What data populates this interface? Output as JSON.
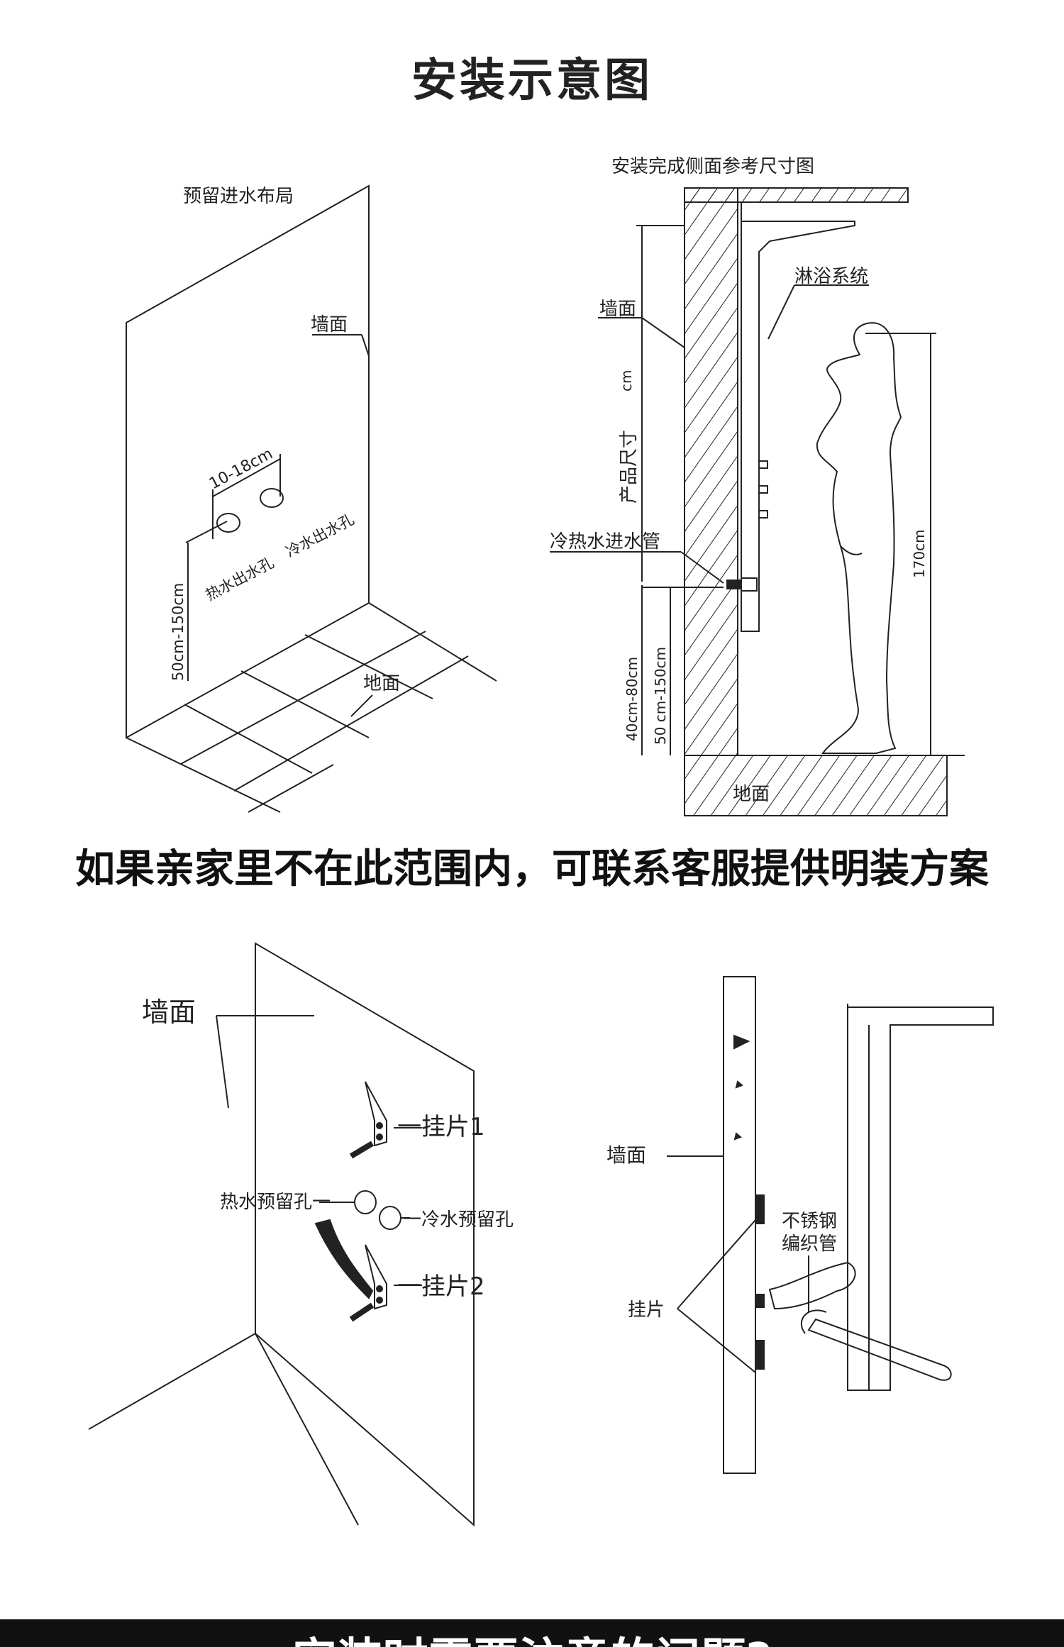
{
  "page": {
    "title": "安装示意图",
    "notice": "如果亲家里不在此范围内，可联系客服提供明装方案",
    "footer_text": "安装时需要注意的问题?"
  },
  "diagram1": {
    "caption": "预留进水布局",
    "wall": "墙面",
    "spacing": "10-18cm",
    "hot_outlet": "热水出水孔",
    "cold_outlet": "冷水出水孔",
    "height": "50cm-150cm",
    "floor": "地面"
  },
  "diagram2": {
    "caption": "安装完成侧面参考尺寸图",
    "wall": "墙面",
    "shower_system": "淋浴系统",
    "unit": "cm",
    "product_size": "产品尺寸",
    "inlet_pipe": "冷热水进水管",
    "height_a": "40cm-80cm",
    "height_b": "50 cm-150cm",
    "person_height": "170cm",
    "floor": "地面"
  },
  "diagram3": {
    "wall": "墙面",
    "bracket1": "一挂片1",
    "bracket2": "一挂片2",
    "hot_hole": "热水预留孔一",
    "cold_hole": "一冷水预留孔"
  },
  "diagram4": {
    "wall": "墙面",
    "hose_line1": "不锈钢",
    "hose_line2": "编织管",
    "bracket": "挂片"
  },
  "colors": {
    "line": "#222222",
    "footer_bg": "#111111",
    "footer_text": "#ffffff"
  }
}
